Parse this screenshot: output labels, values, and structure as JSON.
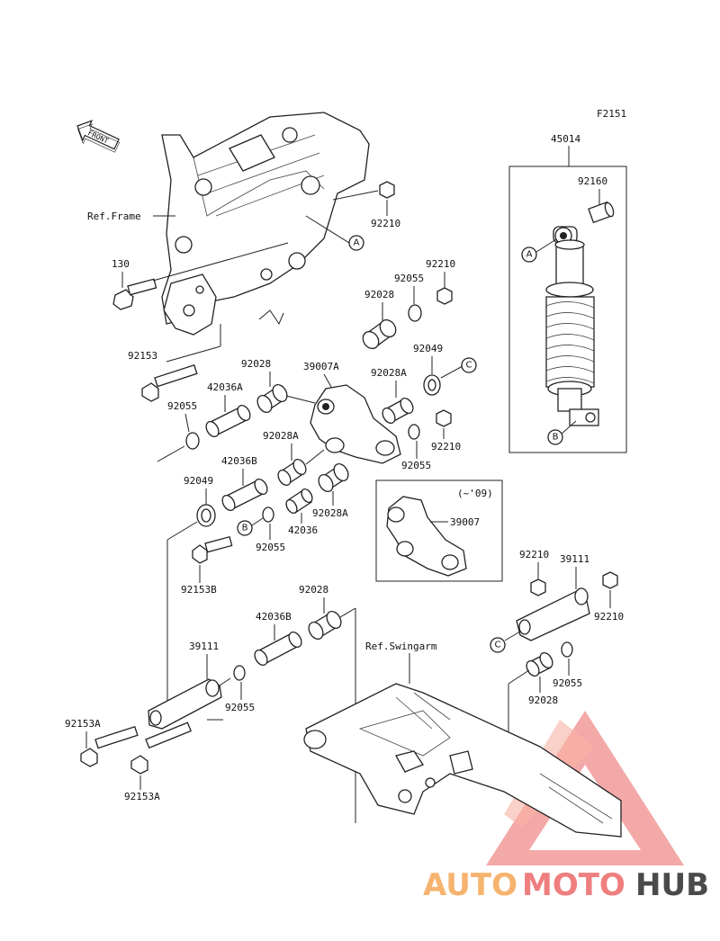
{
  "figure_code": "F2151",
  "front_label": "FRONT",
  "ref_frame": "Ref.Frame",
  "ref_swingarm": "Ref.Swingarm",
  "inset_note": "(~'09)",
  "callouts": {
    "a": "A",
    "b": "B",
    "c": "C"
  },
  "parts": {
    "p45014": "45014",
    "p92160": "92160",
    "p92210_top": "92210",
    "p92210_a": "92210",
    "p92210_b": "92210",
    "p92210_c": "92210",
    "p92210_d": "92210",
    "p130": "130",
    "p92153": "92153",
    "p92153b": "92153B",
    "p92153a_1": "92153A",
    "p92153a_2": "92153A",
    "p92028_1": "92028",
    "p92028_2": "92028",
    "p92028_3": "92028",
    "p92028_4": "92028",
    "p92028a_1": "92028A",
    "p92028a_2": "92028A",
    "p92028a_3": "92028A",
    "p92055_1": "92055",
    "p92055_2": "92055",
    "p92055_3": "92055",
    "p92055_4": "92055",
    "p92055_5": "92055",
    "p92055_6": "92055",
    "p92049_1": "92049",
    "p92049_2": "92049",
    "p39007a": "39007A",
    "p39007": "39007",
    "p42036a": "42036A",
    "p42036b_1": "42036B",
    "p42036b_2": "42036B",
    "p42036": "42036",
    "p39111_1": "39111",
    "p39111_2": "39111"
  },
  "watermark": {
    "auto": "AUTO",
    "moto": "MOTO",
    "hub": "HUB"
  },
  "colors": {
    "watermark_red": "#ef7e7e",
    "watermark_orange": "#f6b36f",
    "watermark_dark": "#4a4a4a",
    "line": "#222222"
  }
}
